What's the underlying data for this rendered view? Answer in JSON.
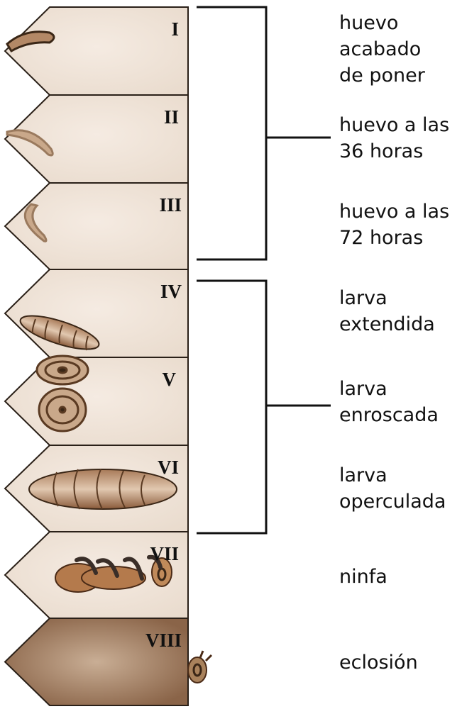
{
  "stages": [
    {
      "numeral": "I",
      "label": "huevo\nacabado\nde poner"
    },
    {
      "numeral": "II",
      "label": "huevo a las\n36 horas"
    },
    {
      "numeral": "III",
      "label": "huevo a las\n72 horas"
    },
    {
      "numeral": "IV",
      "label": "larva\nextendida"
    },
    {
      "numeral": "V",
      "label": "larva\nenroscada"
    },
    {
      "numeral": "VI",
      "label": "larva\noperculada"
    },
    {
      "numeral": "VII",
      "label": "ninfa"
    },
    {
      "numeral": "VIII",
      "label": "eclosión"
    }
  ],
  "colors": {
    "cell": "#efe3d8",
    "brood": "#8a5a3a",
    "sealed": "#8e6a4e",
    "outline": "#2a2018"
  }
}
